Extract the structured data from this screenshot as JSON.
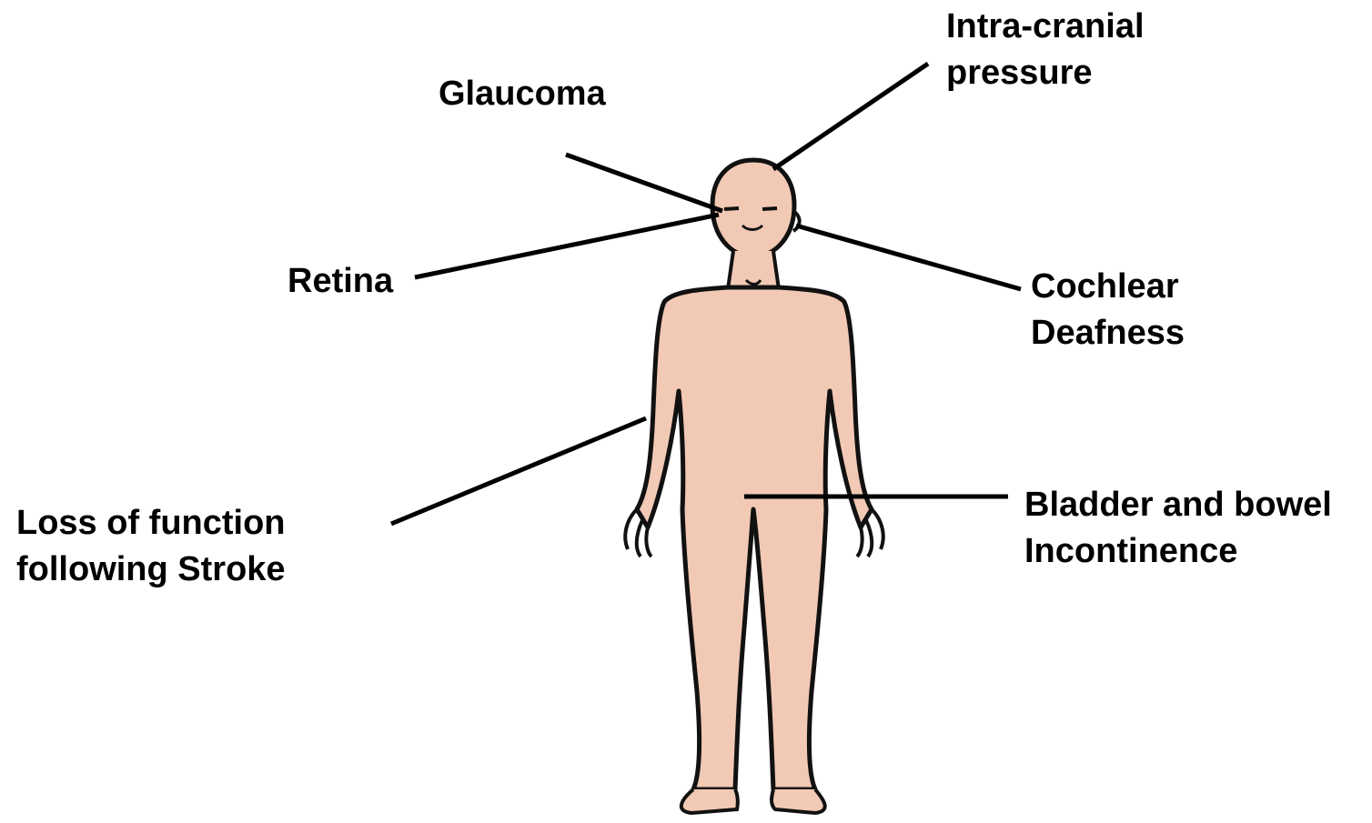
{
  "labels": {
    "intracranial": {
      "line1": "Intra-cranial",
      "line2": "pressure"
    },
    "glaucoma": {
      "text": "Glaucoma"
    },
    "retina": {
      "text": "Retina"
    },
    "cochlear": {
      "line1": "Cochlear",
      "line2": "Deafness"
    },
    "stroke": {
      "line1": "Loss of function",
      "line2": "following Stroke"
    },
    "bladder": {
      "line1": "Bladder and bowel",
      "line2": "Incontinence"
    }
  },
  "colors": {
    "skin": "#f2c9b4",
    "outline": "#111111",
    "leader": "#000000"
  }
}
